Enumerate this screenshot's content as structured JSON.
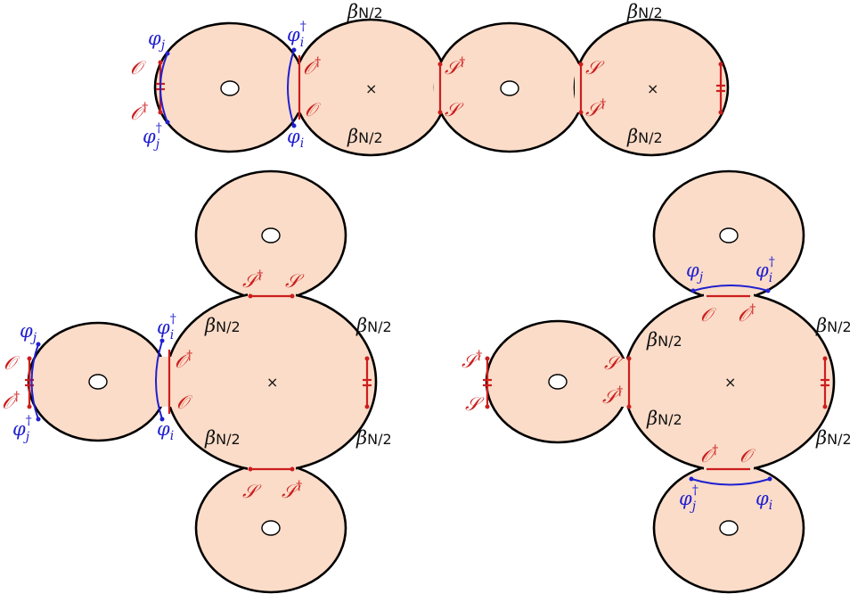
{
  "symbols": {
    "phi": "φ",
    "beta": "β",
    "script_O": "𝒪",
    "script_S": "𝒮",
    "dagger": "†",
    "cross": "×",
    "i": "i",
    "j": "j",
    "N": "N",
    "half": "/2"
  },
  "colors": {
    "fill": "#fbdcc8",
    "outline": "#000000",
    "operator_red": "#cc1e1e",
    "field_blue": "#2020d0"
  },
  "labels": {
    "phi_j": "φj",
    "phi_i": "φi",
    "phi_j_dagger": "φj†",
    "phi_i_dagger": "φi†",
    "O": "𝒪",
    "O_dagger": "𝒪†",
    "S": "𝒮",
    "S_dagger": "𝒮†",
    "beta_half": "βN/2"
  }
}
